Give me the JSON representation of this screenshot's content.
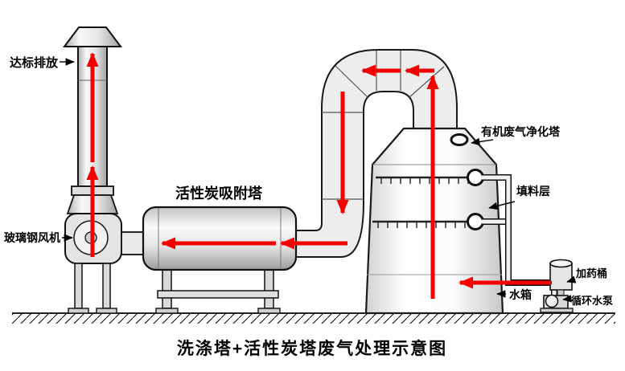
{
  "title": "洗涤塔+活性炭塔废气处理示意图",
  "labels": {
    "emission": "达标排放",
    "fan": "玻璃钢风机",
    "carbon_tower": "活性炭吸附塔",
    "purify_tower": "有机废气净化塔",
    "packing": "填料层",
    "water_tank": "水箱",
    "dosing_barrel": "加药桶",
    "pump": "循环水泵"
  },
  "colors": {
    "flow_arrow": "#f40000",
    "outline": "#1a1a1a",
    "metal_light": "#f5f5f5",
    "metal_shade": "#ababab"
  }
}
